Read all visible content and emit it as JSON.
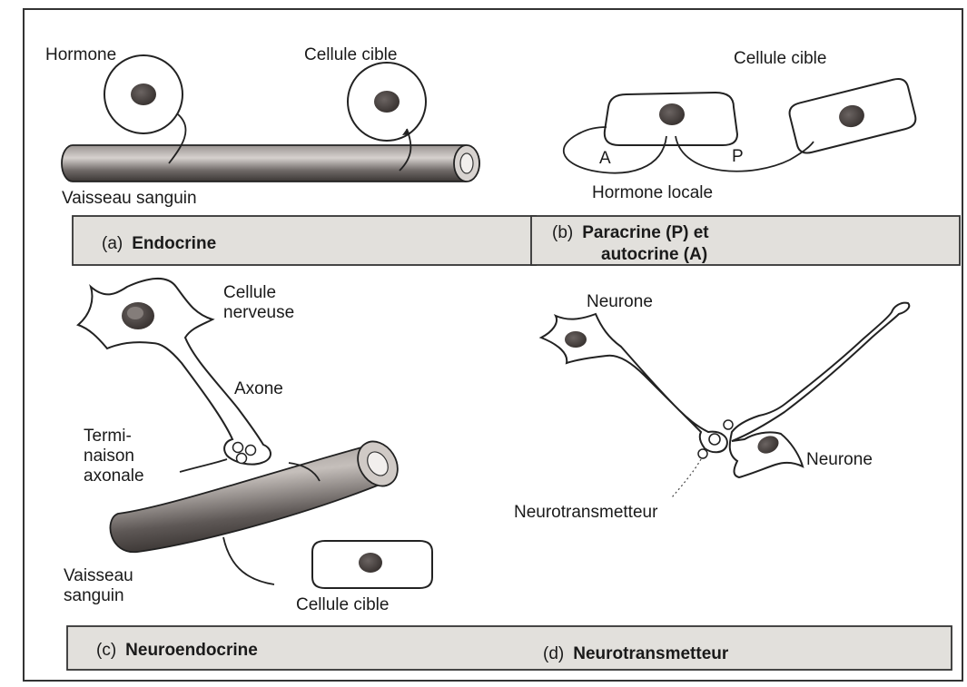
{
  "panel_a": {
    "hormone": "Hormone",
    "target_cell": "Cellule cible",
    "vessel": "Vaisseau sanguin",
    "caption_letter": "(a)",
    "caption_name": "Endocrine"
  },
  "panel_b": {
    "target_cell": "Cellule cible",
    "marker_a": "A",
    "marker_p": "P",
    "local_hormone": "Hormone locale",
    "caption_letter": "(b)",
    "caption_line1": "Paracrine (P) et",
    "caption_line2": "autocrine (A)"
  },
  "panel_c": {
    "nerve_cell_line1": "Cellule",
    "nerve_cell_line2": "nerveuse",
    "axon": "Axone",
    "terminal_line1": "Termi-",
    "terminal_line2": "naison",
    "terminal_line3": "axonale",
    "vessel_line1": "Vaisseau",
    "vessel_line2": "sanguin",
    "target_cell": "Cellule cible",
    "caption_letter": "(c)",
    "caption_name": "Neuroendocrine"
  },
  "panel_d": {
    "neuron_top": "Neurone",
    "neuron_bottom": "Neurone",
    "neurotransmitter": "Neurotransmetteur",
    "caption_letter": "(d)",
    "caption_name": "Neurotransmetteur"
  },
  "colors": {
    "caption_box": "#e2e0dc",
    "vessel_dark": "#5a5452",
    "vessel_light": "#b5afab",
    "nucleus": "#4a4442"
  }
}
